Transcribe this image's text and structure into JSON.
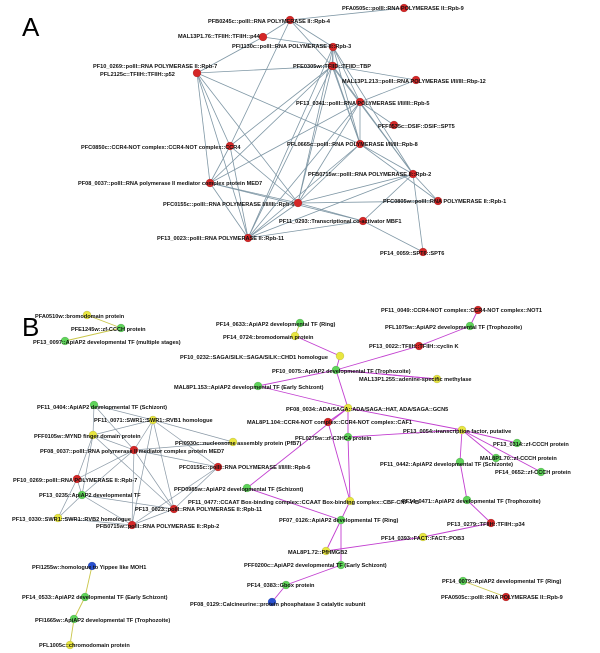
{
  "panel_a": {
    "letter": "A",
    "nodes": [
      {
        "label": "PFA0505c::pollI::RNA POLYMERASE II::Rpb-9",
        "color": "red"
      },
      {
        "label": "PFB0245c::pollI::RNA POLYMERASE II::Rpb-4",
        "color": "red"
      },
      {
        "label": "MAL13P1.76::TFIIH::TFIIH::p44",
        "color": "red"
      },
      {
        "label": "PFI1130c::pollI::RNA POLYMERASE II::Rpb-3",
        "color": "red"
      },
      {
        "label": "PF10_0269::pollI::RNA POLYMERASE II::Rpb-7",
        "color": "red"
      },
      {
        "label": "PFE0305w::TFIID::TFIID::TBP",
        "color": "red"
      },
      {
        "label": "MAL13P1.213::pollI::RNA POLYMERASE I/II/III::Rbp-12",
        "color": "red"
      },
      {
        "label": "PFL2125c::TFIIH::TFIIH::p52",
        "color": "red"
      },
      {
        "label": "PF13_0341::pollI::RNA POLYMERASE I/II/III::Rpb-5",
        "color": "red"
      },
      {
        "label": "PFF0535c::DSIF::DSIF::SPT5",
        "color": "red"
      },
      {
        "label": "PFC0850c::CCR4-NOT complex::CCR4-NOT complex::CCR4",
        "color": "red"
      },
      {
        "label": "PFL0665c::pollI::RNA POLYMERASE I/II/III::Rpb-8",
        "color": "red"
      },
      {
        "label": "PFB0715w::pollI::RNA POLYMERASE II::Rpb-2",
        "color": "red"
      },
      {
        "label": "PF08_0037::pollI::RNA polymerase II mediator complex protein MED7",
        "color": "red"
      },
      {
        "label": "PFC0805w::pollI::RNA POLYMERASE II::Rpb-1",
        "color": "red"
      },
      {
        "label": "PFC0155c::pollI::RNA POLYMERASE I/II/III::Rpb-6",
        "color": "red"
      },
      {
        "label": "PF11_0293::Transcriptional co-activator MBF1",
        "color": "red"
      },
      {
        "label": "PF13_0023::pollI::RNA POLYMERASE II::Rpb-11",
        "color": "red"
      },
      {
        "label": "PF14_0059::SPT6::SPT6",
        "color": "red"
      }
    ]
  },
  "panel_b": {
    "letter": "B",
    "nodes": [
      {
        "label": "PFA0510w::bromodomain protein",
        "color": "yellow"
      },
      {
        "label": "PFE1245w::zf-CCCH protein",
        "color": "green"
      },
      {
        "label": "PF13_0097::ApiAP2 developmental TF (multiple stages)",
        "color": "green"
      },
      {
        "label": "PF14_0633::ApiAP2 developmental TF (Ring)",
        "color": "green"
      },
      {
        "label": "PF14_0724::bromodomain protein",
        "color": "yellow"
      },
      {
        "label": "PF10_0232::SAGA/SILK::SAGA/SILK::CHD1 homologue",
        "color": "yellow"
      },
      {
        "label": "PF11_0049::CCR4-NOT complex::CCR4-NOT complex::NOT1",
        "color": "red"
      },
      {
        "label": "PFL1075w::ApiAP2 developmental TF (Trophozoite)",
        "color": "green"
      },
      {
        "label": "PF13_0022::TFIIH::TFIIH::cyclin K",
        "color": "red"
      },
      {
        "label": "PF10_0075::ApiAP2 developmental TF (Trophozoite)",
        "color": "green"
      },
      {
        "label": "MAL8P1.153::ApiAP2 developmental TF (Early Schizont)",
        "color": "green"
      },
      {
        "label": "MAL13P1.255::adenine-specific methylase",
        "color": "yellow"
      },
      {
        "label": "PF11_0404::ApiAP2 developmental TF (Schizont)",
        "color": "green"
      },
      {
        "label": "PF08_0034::ADA/SAGA::ADA/SAGA::HAT, ADA/SAGA::GCN5",
        "color": "yellow"
      },
      {
        "label": "MAL8P1.104::CCR4-NOT complex::CCR4-NOT complex::CAF1",
        "color": "red"
      },
      {
        "label": "PF11_0071::SWR1::SWR1::RVB1 homologue",
        "color": "yellow"
      },
      {
        "label": "PFL0275w::zf-C3HC4 protein",
        "color": "green"
      },
      {
        "label": "PF13_0054::transcription factor, putative",
        "color": "yellow"
      },
      {
        "label": "PF13_0314::zf-CCCH protein",
        "color": "green"
      },
      {
        "label": "PFF0105w::MYND finger domain protein",
        "color": "yellow"
      },
      {
        "label": "PFI0930c::nucleosome assembly protein (PfB7)",
        "color": "yellow"
      },
      {
        "label": "MAL8P1.70::zf-CCCH protein",
        "color": "green"
      },
      {
        "label": "PF08_0037::pollI::RNA polymerase II mediator complex protein MED7",
        "color": "red"
      },
      {
        "label": "PF11_0442::ApiAP2 developmental TF (Schizonte)",
        "color": "green"
      },
      {
        "label": "PFC0155c::pollI::RNA POLYMERASE I/II/III::Rpb-6",
        "color": "red"
      },
      {
        "label": "PF14_0652::zf-CCCH protein",
        "color": "green"
      },
      {
        "label": "PF10_0269::pollI::RNA POLYMERASE II::Rpb-7",
        "color": "red"
      },
      {
        "label": "PFD0985w::ApiAP2 developmental TF (Schizont)",
        "color": "green"
      },
      {
        "label": "PF13_0235::ApiAP2 developmental TF",
        "color": "green"
      },
      {
        "label": "PF11_0477::CCAAT Box-binding complex::CCAAT Box-binding complex::CBF-CNF-Y-B",
        "color": "yellow"
      },
      {
        "label": "PF14_0471::ApiAP2 developmental TF (Trophozoite)",
        "color": "green"
      },
      {
        "label": "PF13_0023::pollI::RNA POLYMERASE II::Rpb-11",
        "color": "red"
      },
      {
        "label": "PF13_0330::SWR1::SWR1::RVB2 homologue",
        "color": "yellow"
      },
      {
        "label": "PF07_0126::ApiAP2 developmental TF (Ring)",
        "color": "green"
      },
      {
        "label": "PF13_0279::TFIIH::TFIIH::p34",
        "color": "red"
      },
      {
        "label": "PFB0715w::pollI::RNA POLYMERASE II::Rpb-2",
        "color": "red"
      },
      {
        "label": "PF14_0393::FACT::FACT::POB3",
        "color": "yellow"
      },
      {
        "label": "MAL8P1.72::PfHMGB2",
        "color": "yellow"
      },
      {
        "label": "PFF0200c::ApiAP2 developmental TF (Early Schizont)",
        "color": "green"
      },
      {
        "label": "PFI1255w::homologue to Yippee like MOH1",
        "color": "blue"
      },
      {
        "label": "PF14_0383::Gbox protein",
        "color": "green"
      },
      {
        "label": "PF08_0129::Calcineurine::protein phosphatase 3 catalytic subunit",
        "color": "blue"
      },
      {
        "label": "PF14_0079::ApiAP2 developmental TF (Ring)",
        "color": "green"
      },
      {
        "label": "PF14_0533::ApiAP2 developmental TF (Early Schizont)",
        "color": "green"
      },
      {
        "label": "PFA0505c::pollI::RNA POLYMERASE II::Rpb-9",
        "color": "red"
      },
      {
        "label": "PFI1665w::ApiAP2 developmental TF (Trophozoite)",
        "color": "green"
      },
      {
        "label": "PFL1005c::chromodomain protein",
        "color": "yellow"
      }
    ]
  },
  "colors": {
    "red": "#d42727",
    "green": "#5fd45a",
    "yellow": "#e8e640",
    "blue": "#2850d0",
    "edge_gray": "#8a99a6",
    "edge_magenta": "#c23fd0"
  }
}
